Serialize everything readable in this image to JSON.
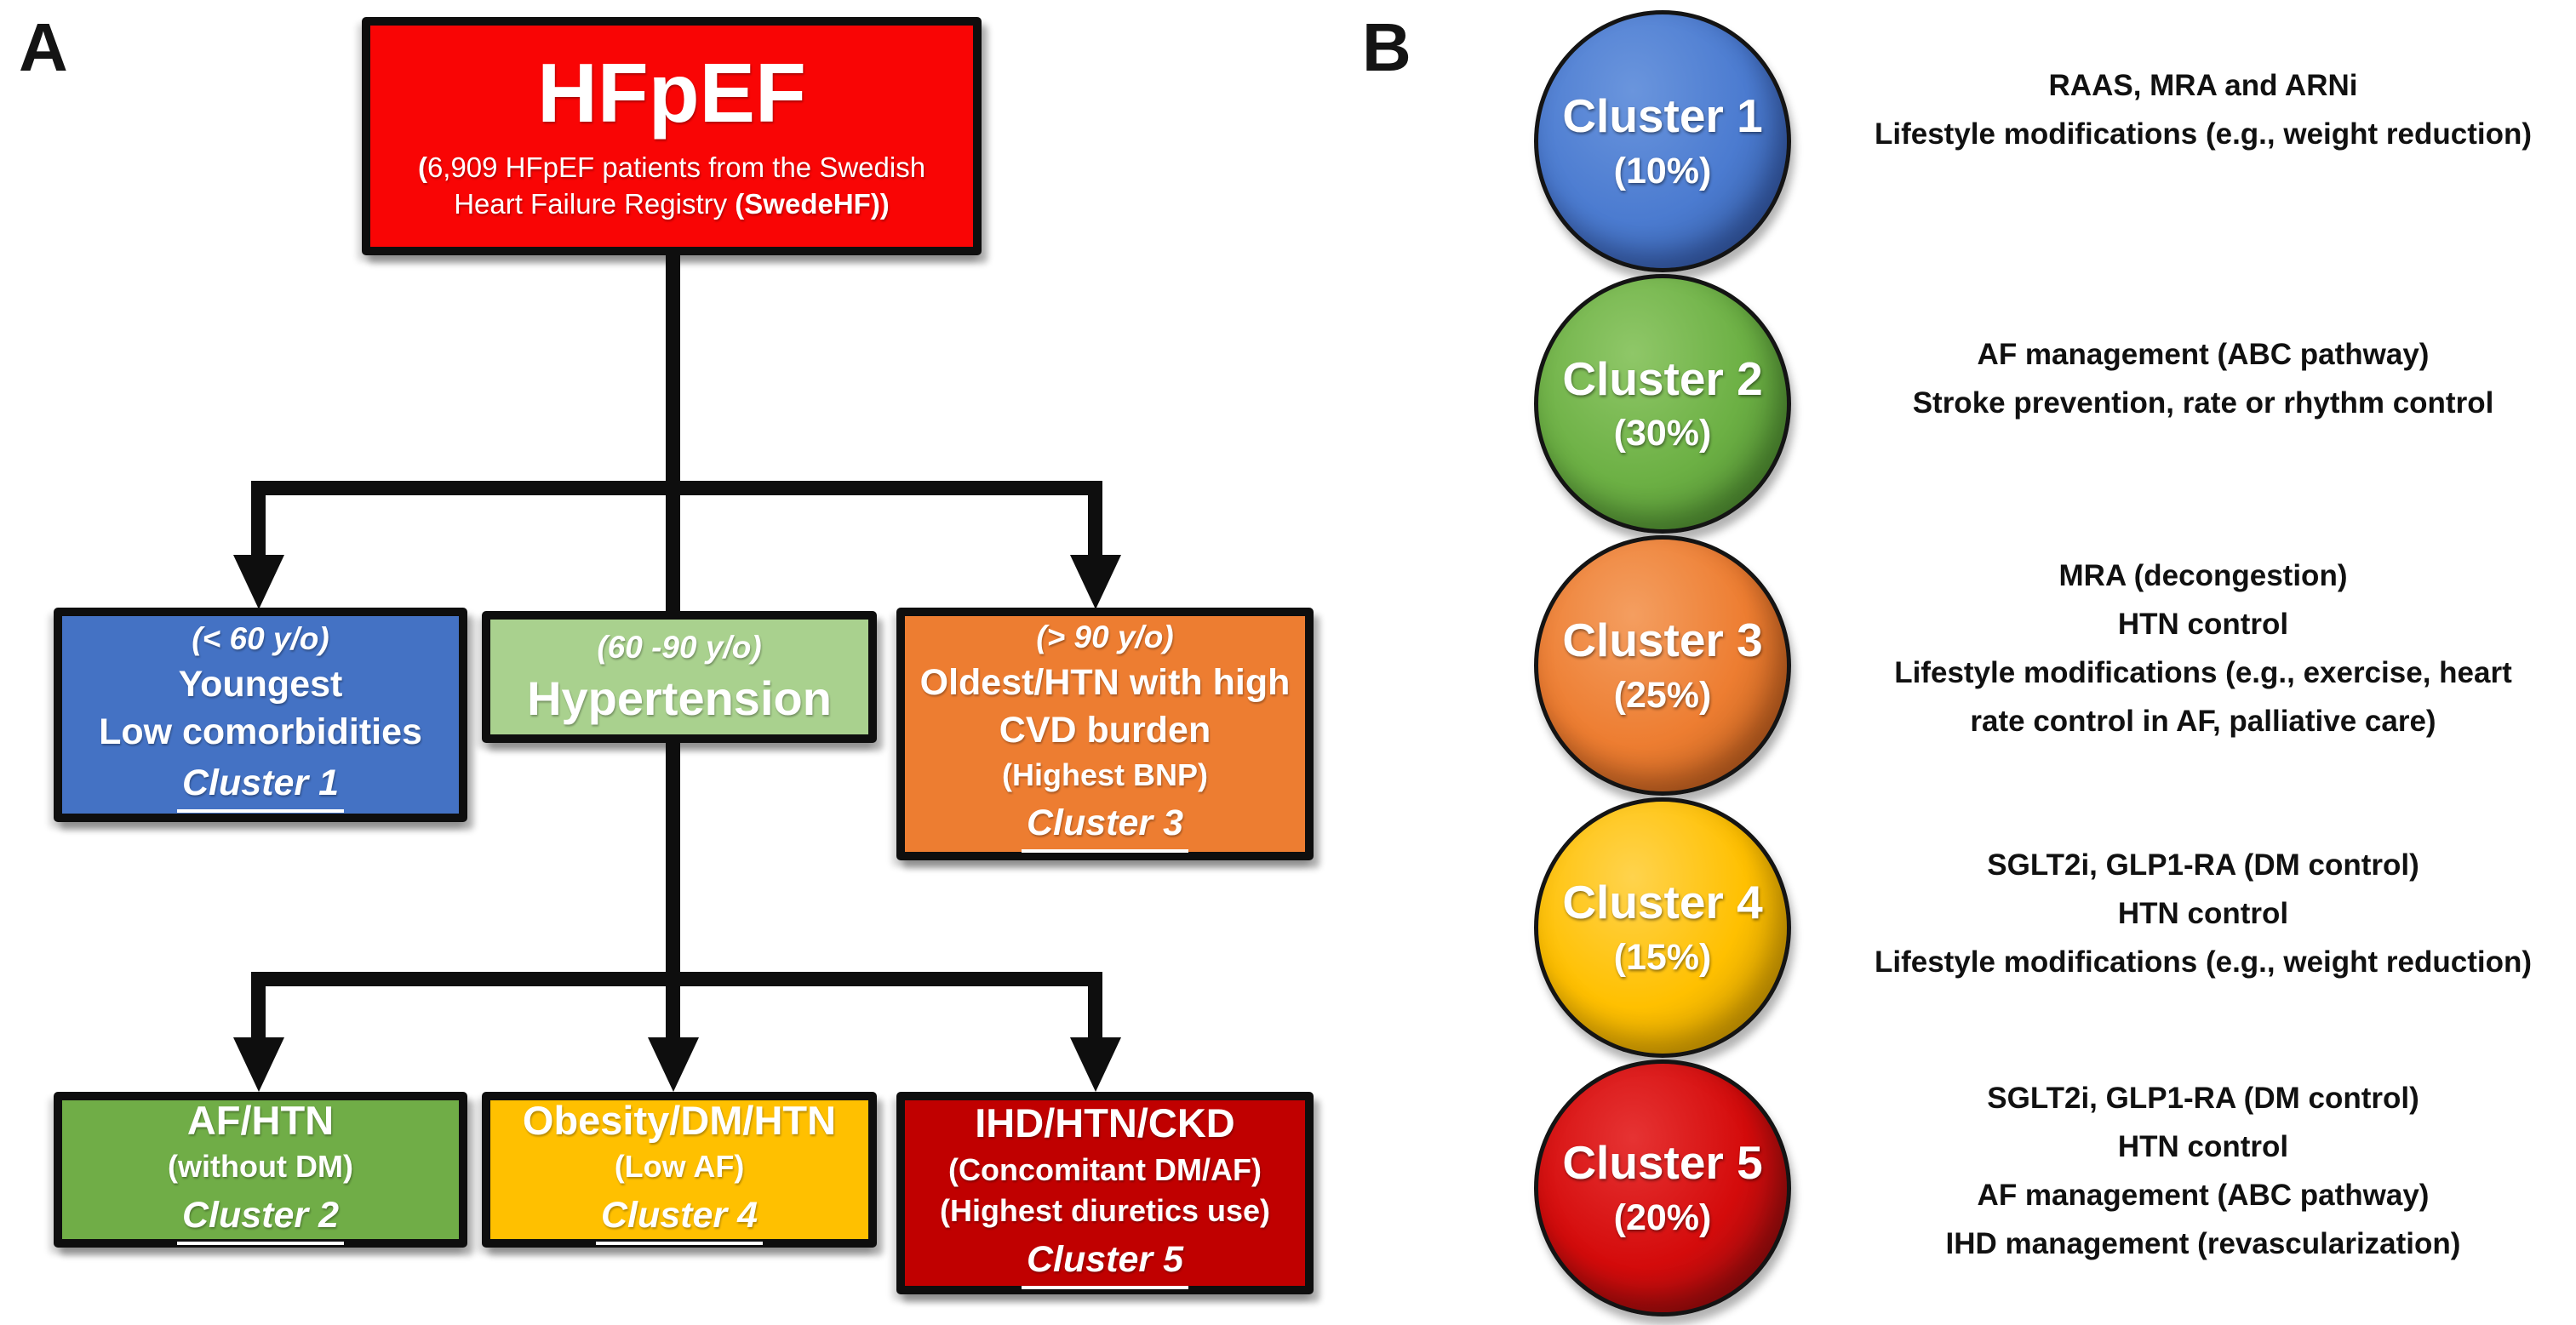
{
  "colors": {
    "root_red": "#f90505",
    "blue": "#4472c4",
    "light_green": "#a9d18e",
    "orange": "#ed7d31",
    "green": "#70ad47",
    "yellow": "#ffc000",
    "dark_red": "#c00000",
    "connector_black": "#0e0e0e",
    "circle_blue": "#4b7bd0",
    "circle_green": "#6cb044",
    "circle_orange": "#ed7d31",
    "circle_yellow": "#ffc000",
    "circle_red": "#d40b0b"
  },
  "panelA": {
    "label": "A",
    "root": {
      "title": "HFpEF",
      "subtitle_open": "(",
      "subtitle_text": "6,909 HFpEF patients from the Swedish Heart Failure Registry ",
      "subtitle_bold": "(SwedeHF))"
    },
    "cluster1_box": {
      "age": "(< 60 y/o)",
      "line1": "Youngest",
      "line2": "Low comorbidities",
      "cluster": "Cluster 1"
    },
    "hypertension_box": {
      "age": "(60 -90 y/o)",
      "title": "Hypertension"
    },
    "cluster3_box": {
      "age": "(> 90 y/o)",
      "title": "Oldest/HTN with high CVD burden",
      "note": "(Highest BNP)",
      "cluster": "Cluster 3"
    },
    "cluster2_box": {
      "title": "AF/HTN",
      "note": "(without DM)",
      "cluster": "Cluster 2"
    },
    "cluster4_box": {
      "title": "Obesity/DM/HTN",
      "note": "(Low AF)",
      "cluster": "Cluster 4"
    },
    "cluster5_box": {
      "title": "IHD/HTN/CKD",
      "note1": "(Concomitant DM/AF)",
      "note2": "(Highest diuretics use)",
      "cluster": "Cluster 5"
    }
  },
  "panelB": {
    "label": "B",
    "clusters": [
      {
        "name": "Cluster 1",
        "pct": "(10%)",
        "treatments": [
          "RAAS, MRA and ARNi",
          "Lifestyle modifications (e.g., weight reduction)"
        ]
      },
      {
        "name": "Cluster 2",
        "pct": "(30%)",
        "treatments": [
          "AF management (ABC pathway)",
          "Stroke prevention, rate or rhythm control"
        ]
      },
      {
        "name": "Cluster 3",
        "pct": "(25%)",
        "treatments": [
          "MRA (decongestion)",
          "HTN control",
          "Lifestyle modifications (e.g., exercise, heart",
          "rate control in AF, palliative care)"
        ]
      },
      {
        "name": "Cluster 4",
        "pct": "(15%)",
        "treatments": [
          "SGLT2i, GLP1-RA (DM control)",
          "HTN control",
          "Lifestyle modifications (e.g., weight reduction)"
        ]
      },
      {
        "name": "Cluster 5",
        "pct": "(20%)",
        "treatments": [
          "SGLT2i, GLP1-RA (DM control)",
          "HTN control",
          "AF management (ABC pathway)",
          "IHD management (revascularization)"
        ]
      }
    ]
  }
}
